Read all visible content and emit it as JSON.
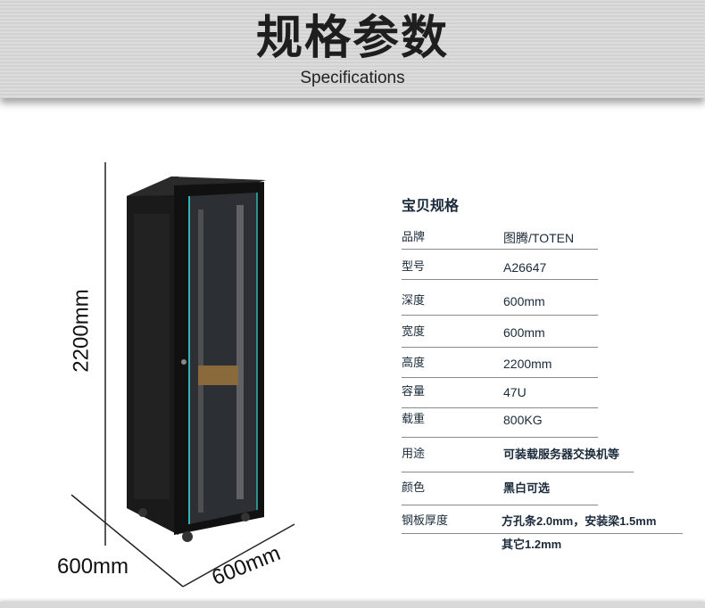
{
  "header": {
    "title": "规格参数",
    "subtitle": "Specifications"
  },
  "dimensions": {
    "height": "2200mm",
    "depth": "600mm",
    "width": "600mm"
  },
  "specs": {
    "title": "宝贝规格",
    "rows": [
      {
        "label": "品牌",
        "value": "图腾/TOTEN"
      },
      {
        "label": "型号",
        "value": "A26647"
      },
      {
        "label": "深度",
        "value": "600mm"
      },
      {
        "label": "宽度",
        "value": "600mm"
      },
      {
        "label": "高度",
        "value": "2200mm"
      },
      {
        "label": "容量",
        "value": "47U"
      },
      {
        "label": "载重",
        "value": "800KG"
      },
      {
        "label": "用途",
        "value": "可装载服务器交换机等"
      },
      {
        "label": "颜色",
        "value": "黑白可选"
      },
      {
        "label": "钢板厚度",
        "value": "方孔条2.0mm，安装梁1.5mm",
        "value2": "其它1.2mm"
      }
    ]
  }
}
